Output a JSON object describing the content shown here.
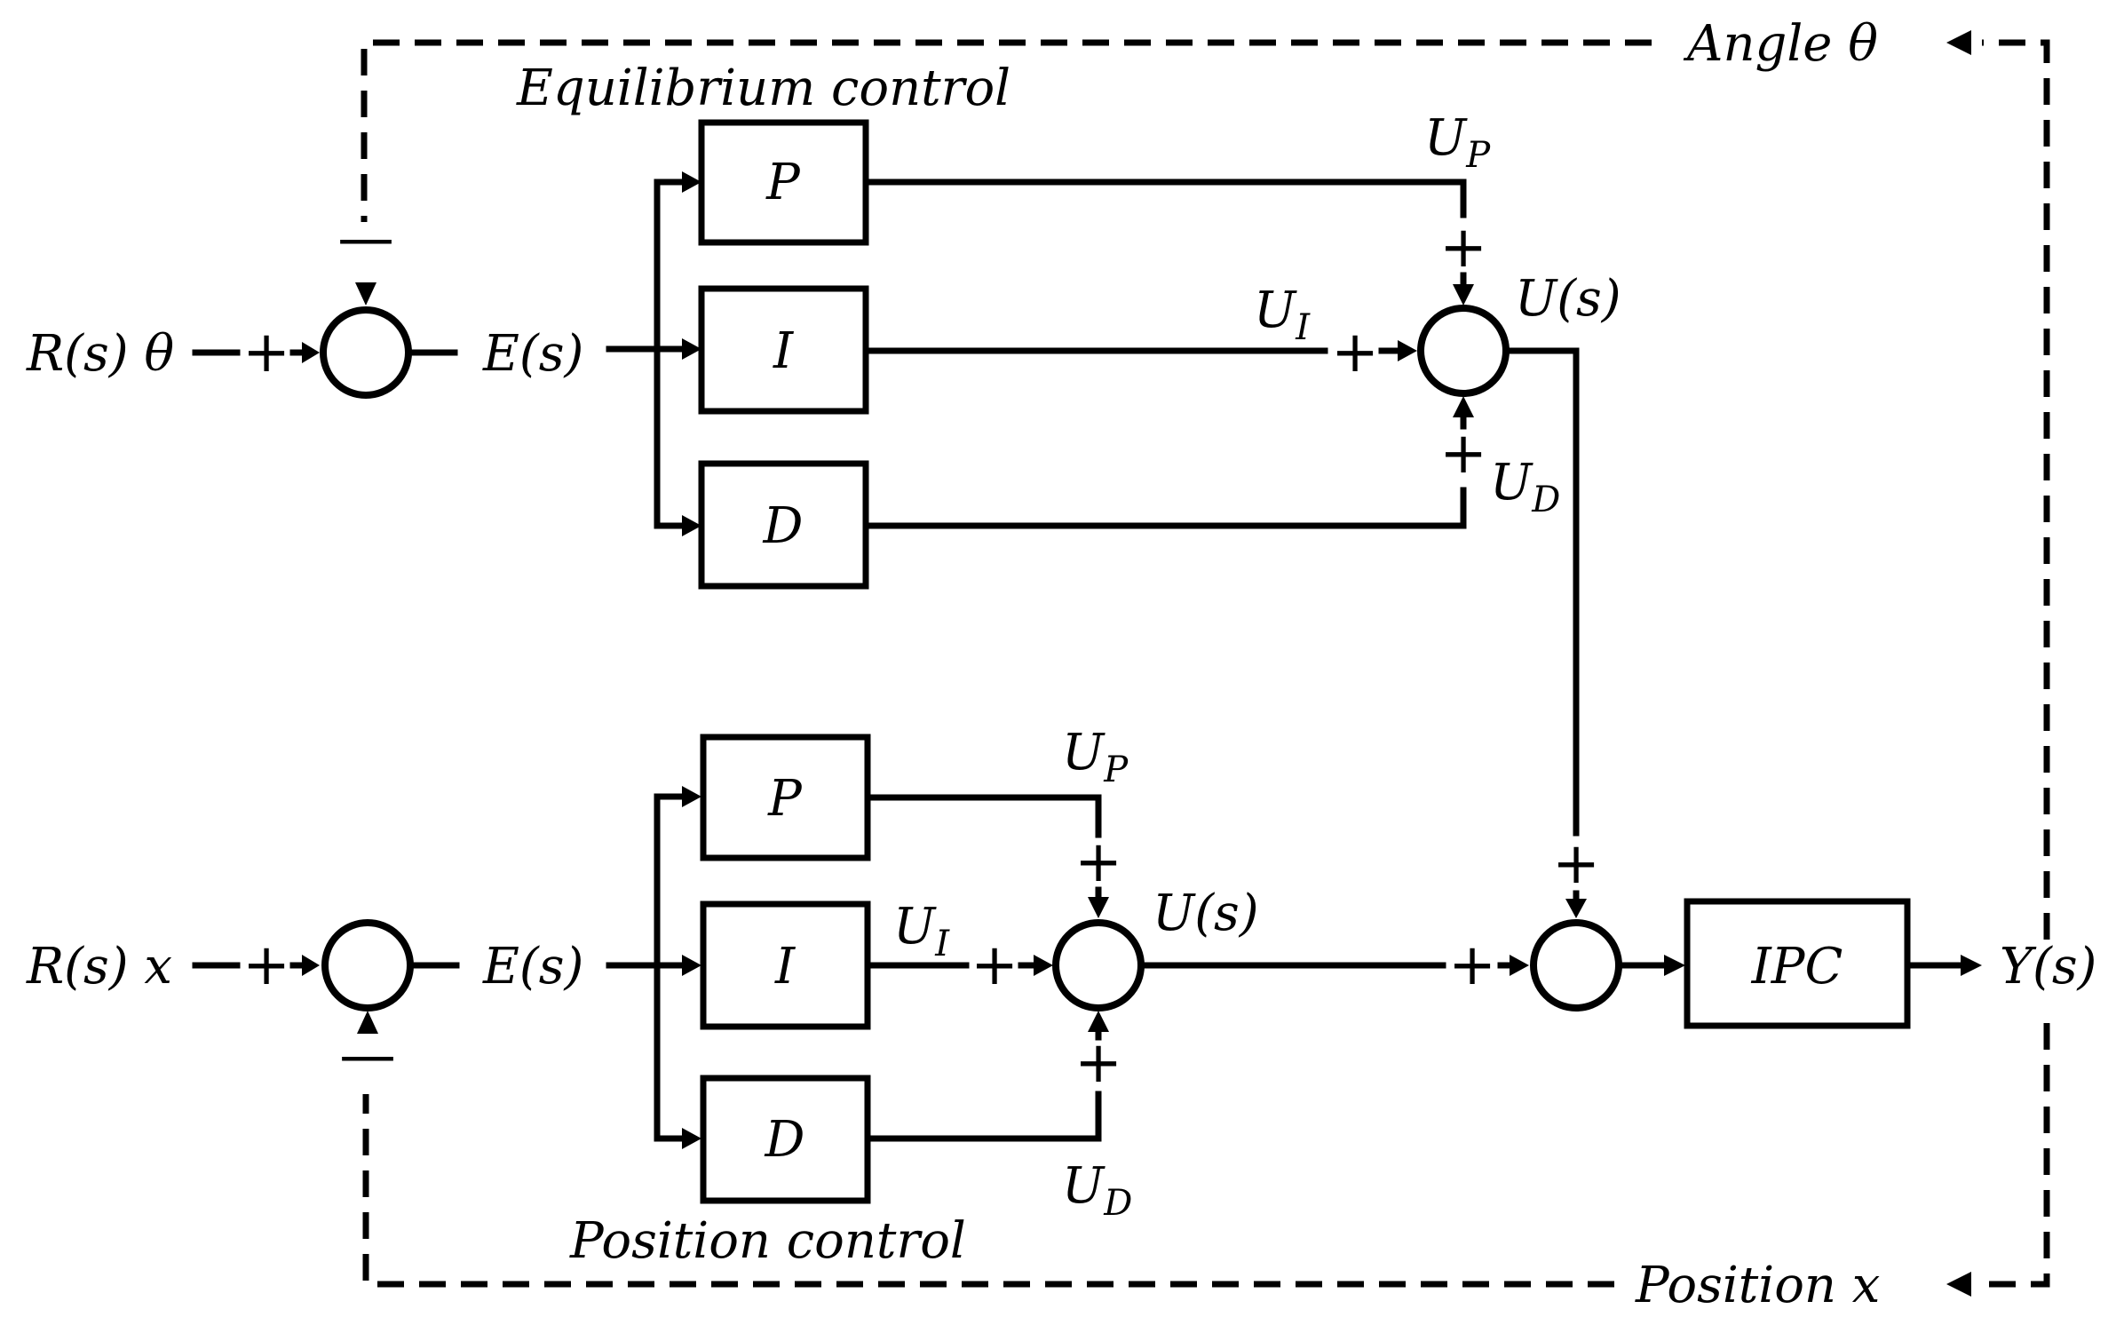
{
  "feedback": {
    "angle": "Angle θ",
    "position": "Position x"
  },
  "upper": {
    "title": "Equilibrium control",
    "input": "R(s) θ",
    "error": "E(s)",
    "blocks": [
      "P",
      "I",
      "D"
    ],
    "output": "U(s)",
    "signals": {
      "up": {
        "base": "U",
        "sub": "P"
      },
      "ui": {
        "base": "U",
        "sub": "I"
      },
      "ud": {
        "base": "U",
        "sub": "D"
      }
    }
  },
  "lower": {
    "title": "Position control",
    "input": "R(s) x",
    "error": "E(s)",
    "blocks": [
      "P",
      "I",
      "D"
    ],
    "output": "U(s)",
    "signals": {
      "up": {
        "base": "U",
        "sub": "P"
      },
      "ui": {
        "base": "U",
        "sub": "I"
      },
      "ud": {
        "base": "U",
        "sub": "D"
      }
    }
  },
  "plant": {
    "label": "IPC",
    "output": "Y(s)"
  },
  "signs": {
    "plus": "+",
    "minus": "—"
  }
}
